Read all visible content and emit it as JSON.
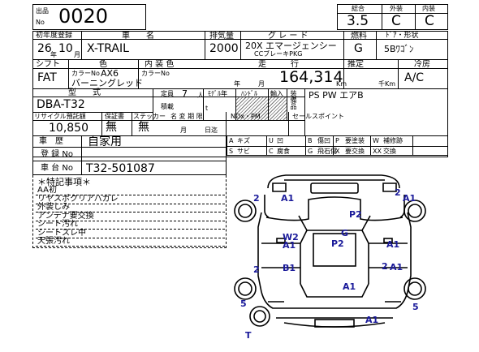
{
  "header": {
    "lot_label_top": "出品",
    "lot_label_bottom": "No",
    "lot_no": "0020",
    "overall_label": "総合",
    "exterior_label": "外装",
    "interior_label": "内装",
    "overall_grade": "3.5",
    "exterior_grade": "C",
    "interior_grade": "C"
  },
  "row1": {
    "first_reg_label": "初年度登録",
    "name_label": "車　　名",
    "displacement_label": "排気量",
    "grade_label": "グ レ ー ド",
    "fuel_label": "燃料",
    "door_label": "ﾄﾞｱ・形状",
    "year": "26",
    "month": "10",
    "year_unit": "年",
    "month_unit": "月",
    "car_name": "X-TRAIL",
    "displacement": "2000",
    "grade_line1": "20X エマージェンシー",
    "grade_line2": "CCブレーキPKG",
    "fuel": "G",
    "door_shape": "5Bﾜｺﾞﾝ"
  },
  "row2": {
    "shift_label": "シフト",
    "color_label": "色",
    "interior_label": "内 装 色",
    "mileage_label": "走　　　行",
    "estimate_label": "推定",
    "ac_label": "冷房",
    "shift": "FAT",
    "color_no_label": "カラーNo",
    "color_no": "AX6",
    "color_name": "バーニングレッド",
    "int_color_no_label": "カラーNo",
    "year_unit": "年",
    "month_unit": "月",
    "mileage": "164,314",
    "km_unit": "Km",
    "km2_unit": "千Km",
    "ac": "A/C"
  },
  "row3": {
    "model_label": "型　　式",
    "model": "DBA-T32",
    "capacity_label": "定員",
    "capacity": "7",
    "capacity_unit": "人",
    "model_change_label": "ﾓﾃﾞﾙ年",
    "handle_label": "ﾊﾝﾄﾞﾙ",
    "import_label": "輸入",
    "equipment_label": "装備品",
    "equipment": "PS PW エアB",
    "load_label": "積載",
    "load_unit": "t"
  },
  "row4": {
    "recycle_label": "リサイクル預託額",
    "warranty_label": "保証書",
    "sticker_label": "ステッカー",
    "name_change_label": "名 変 期 限",
    "nox_label": "NOx・PM",
    "sales_point_label": "セールスポイント",
    "recycle_amount": "10,850",
    "warranty": "無",
    "sticker": "無",
    "month_unit": "月",
    "day_unit": "日迄"
  },
  "reg": {
    "history_label": "車　歴",
    "history": "自家用",
    "reg_no_label": "登 録 No",
    "chassis_label": "車 台 No",
    "chassis_no": "T32-501087"
  },
  "legend": {
    "rows": [
      [
        "A",
        "キズ",
        "U",
        "凹",
        "B",
        "傷凹",
        "P",
        "要塗装",
        "W",
        "補修跡"
      ],
      [
        "S",
        "サビ",
        "C",
        "腐食",
        "G",
        "飛石傷",
        "X",
        "要交換",
        "XX",
        "交換"
      ]
    ]
  },
  "notes": {
    "title": "＊特記事項＊",
    "items": [
      "AA初",
      "リヤスポクリアハガレ",
      "外装しみ",
      "アンテナ要交換",
      "シート汚れ",
      "シートスレ中",
      "天張汚れ"
    ]
  },
  "damage": {
    "marks": [
      "2",
      "A1",
      "A1",
      "2",
      "P2",
      "G",
      "W2",
      "P2",
      "A1",
      "A1",
      "A1",
      "B1",
      "2",
      "2",
      "A1",
      "5",
      "5",
      "A1",
      "T"
    ]
  }
}
